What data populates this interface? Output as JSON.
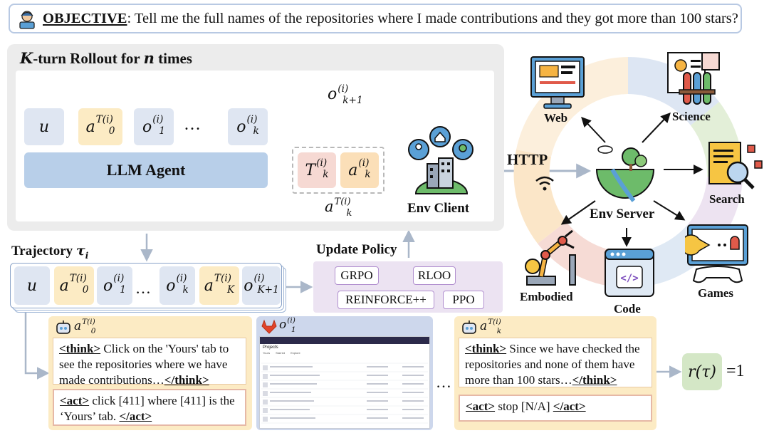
{
  "objective": {
    "label": "OBJECTIVE",
    "text": ": Tell me the full names of the repositories where I made contributions and they got more than 100 stars?"
  },
  "rollout": {
    "title_k": "K",
    "title_mid": "-turn Rollout for ",
    "title_n": "n",
    "title_end": " times",
    "agent_label": "LLM Agent",
    "ellipsis": "…"
  },
  "env_client": {
    "label": "Env Client",
    "protocol": "HTTP"
  },
  "env_server": {
    "label": "Env Server",
    "environments": [
      "Web",
      "Science",
      "Search",
      "Games",
      "Code",
      "Embodied"
    ]
  },
  "trajectory": {
    "title": "Trajectory ",
    "symbol": "τ",
    "index": "i",
    "ellipsis": "…"
  },
  "policy": {
    "title": "Update Policy",
    "algorithms": [
      "GRPO",
      "RLOO",
      "REINFORCE++",
      "PPO"
    ]
  },
  "examples": {
    "first": {
      "think_open": "<think>",
      "think_text": " Click on the 'Yours' tab to see the repositories where we have made contributions…",
      "think_close": "</think>",
      "act_open": "<act>",
      "act_text": " click [411] where [411] is the ‘Yours’ tab. ",
      "act_close": "</act>"
    },
    "last": {
      "think_open": "<think>",
      "think_text": " Since we have checked the repositories and none of them have more than 100 stars…",
      "think_close": "</think>",
      "act_open": "<act>",
      "act_text": " stop [N/A] ",
      "act_close": "</act>"
    },
    "screenshot": {
      "header": "Projects",
      "tabs": [
        "Yours",
        "Starred",
        "Explore"
      ]
    },
    "ellipsis": "…"
  },
  "reward": {
    "eq": "=1"
  },
  "colors": {
    "agent_blue": "#b8cfe9",
    "token_yellow": "#fcebc4",
    "token_pink": "#f6d9d3",
    "policy_purple": "#ece3f2",
    "reward_green": "#d4e7c6"
  }
}
